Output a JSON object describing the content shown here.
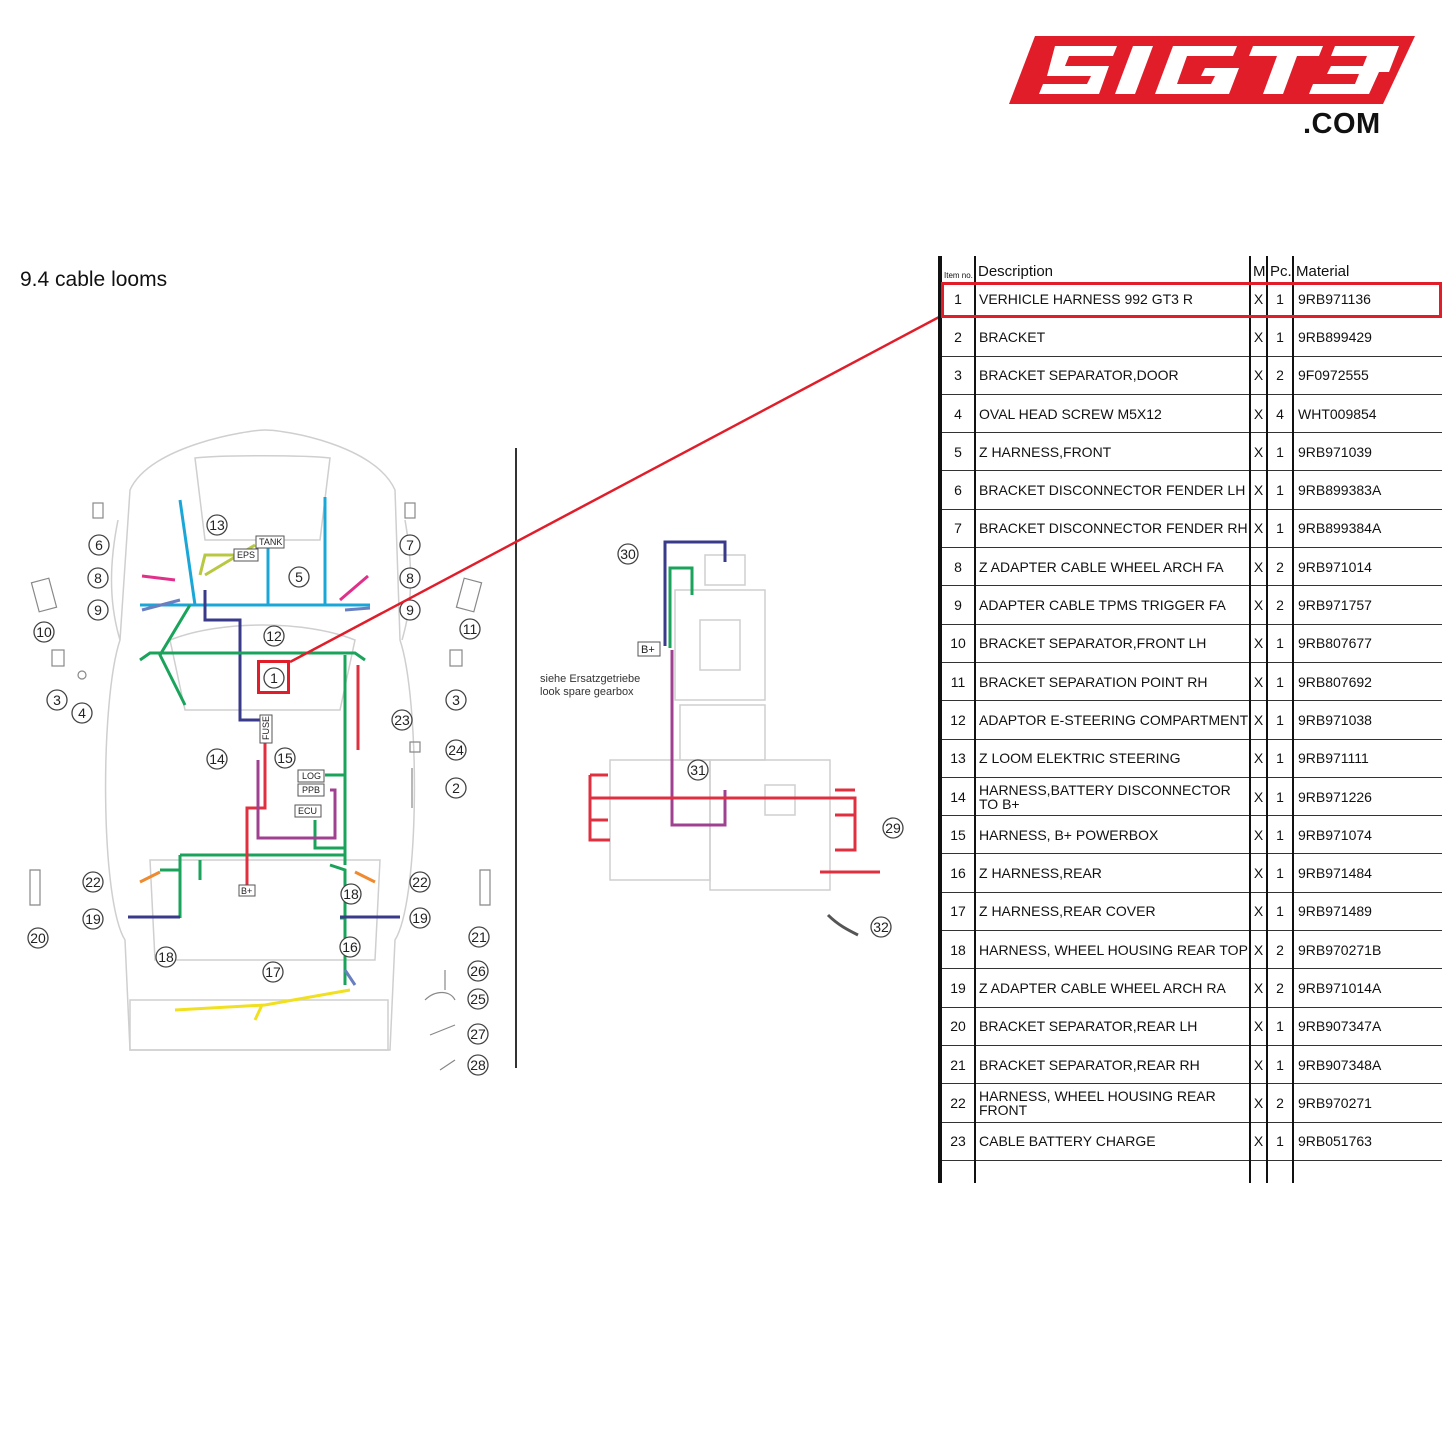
{
  "logo": {
    "text": "S1GT3",
    "domain": ".COM",
    "color": "#e11d2a"
  },
  "section_title": "9.4  cable looms",
  "diagram": {
    "gearbox_note_1": "siehe Ersatzgetriebe",
    "gearbox_note_2": "look spare gearbox",
    "tags": [
      "TANK",
      "EPS",
      "FUSE",
      "LOG",
      "PPB",
      "ECU",
      "B+",
      "B+"
    ],
    "callouts": [
      "1",
      "2",
      "3",
      "3",
      "4",
      "5",
      "6",
      "7",
      "8",
      "8",
      "9",
      "9",
      "10",
      "11",
      "12",
      "13",
      "14",
      "15",
      "16",
      "17",
      "18",
      "18",
      "19",
      "19",
      "20",
      "21",
      "22",
      "22",
      "23",
      "24",
      "25",
      "26",
      "27",
      "28",
      "29",
      "30",
      "31",
      "32"
    ],
    "highlighted_callout": "1"
  },
  "table": {
    "headers": {
      "item_no": "Item no.",
      "description": "Description",
      "m": "M",
      "pc": "Pc.",
      "material": "Material"
    },
    "rows": [
      {
        "no": "1",
        "desc": "VERHICLE HARNESS 992 GT3 R",
        "m": "X",
        "pc": "1",
        "mat": "9RB971136"
      },
      {
        "no": "2",
        "desc": "BRACKET",
        "m": "X",
        "pc": "1",
        "mat": "9RB899429"
      },
      {
        "no": "3",
        "desc": "BRACKET SEPARATOR,DOOR",
        "m": "X",
        "pc": "2",
        "mat": "9F0972555"
      },
      {
        "no": "4",
        "desc": "OVAL HEAD SCREW M5X12",
        "m": "X",
        "pc": "4",
        "mat": "WHT009854"
      },
      {
        "no": "5",
        "desc": "Z HARNESS,FRONT",
        "m": "X",
        "pc": "1",
        "mat": "9RB971039"
      },
      {
        "no": "6",
        "desc": "BRACKET DISCONNECTOR FENDER LH",
        "m": "X",
        "pc": "1",
        "mat": "9RB899383A"
      },
      {
        "no": "7",
        "desc": "BRACKET DISCONNECTOR FENDER RH",
        "m": "X",
        "pc": "1",
        "mat": "9RB899384A"
      },
      {
        "no": "8",
        "desc": "Z ADAPTER CABLE WHEEL ARCH FA",
        "m": "X",
        "pc": "2",
        "mat": "9RB971014"
      },
      {
        "no": "9",
        "desc": "ADAPTER CABLE TPMS TRIGGER FA",
        "m": "X",
        "pc": "2",
        "mat": "9RB971757"
      },
      {
        "no": "10",
        "desc": "BRACKET SEPARATOR,FRONT LH",
        "m": "X",
        "pc": "1",
        "mat": "9RB807677"
      },
      {
        "no": "11",
        "desc": "BRACKET SEPARATION POINT RH",
        "m": "X",
        "pc": "1",
        "mat": "9RB807692"
      },
      {
        "no": "12",
        "desc": "ADAPTOR E-STEERING COMPARTMENT",
        "m": "X",
        "pc": "1",
        "mat": "9RB971038"
      },
      {
        "no": "13",
        "desc": "Z LOOM ELEKTRIC STEERING",
        "m": "X",
        "pc": "1",
        "mat": "9RB971111"
      },
      {
        "no": "14",
        "desc": "HARNESS,BATTERY DISCONNECTOR TO B+",
        "m": "X",
        "pc": "1",
        "mat": "9RB971226"
      },
      {
        "no": "15",
        "desc": "HARNESS, B+ POWERBOX",
        "m": "X",
        "pc": "1",
        "mat": "9RB971074"
      },
      {
        "no": "16",
        "desc": "Z HARNESS,REAR",
        "m": "X",
        "pc": "1",
        "mat": "9RB971484"
      },
      {
        "no": "17",
        "desc": "Z HARNESS,REAR COVER",
        "m": "X",
        "pc": "1",
        "mat": "9RB971489"
      },
      {
        "no": "18",
        "desc": "HARNESS, WHEEL HOUSING REAR TOP",
        "m": "X",
        "pc": "2",
        "mat": "9RB970271B"
      },
      {
        "no": "19",
        "desc": "Z ADAPTER CABLE WHEEL ARCH RA",
        "m": "X",
        "pc": "2",
        "mat": "9RB971014A"
      },
      {
        "no": "20",
        "desc": "BRACKET SEPARATOR,REAR LH",
        "m": "X",
        "pc": "1",
        "mat": "9RB907347A"
      },
      {
        "no": "21",
        "desc": "BRACKET SEPARATOR,REAR RH",
        "m": "X",
        "pc": "1",
        "mat": "9RB907348A"
      },
      {
        "no": "22",
        "desc": "HARNESS, WHEEL HOUSING REAR FRONT",
        "m": "X",
        "pc": "2",
        "mat": "9RB970271"
      },
      {
        "no": "23",
        "desc": "CABLE BATTERY CHARGE",
        "m": "X",
        "pc": "1",
        "mat": "9RB051763"
      }
    ]
  },
  "colors": {
    "highlight": "#e11d2a",
    "harness_green": "#1aa35a",
    "harness_cyan": "#1aa7d8",
    "harness_red": "#e03040",
    "harness_purple": "#a04090",
    "harness_yellow": "#f0e020",
    "harness_navy": "#3a3a8a",
    "harness_magenta": "#e0308a",
    "harness_orange": "#f08a30",
    "harness_lime": "#b8c840"
  }
}
